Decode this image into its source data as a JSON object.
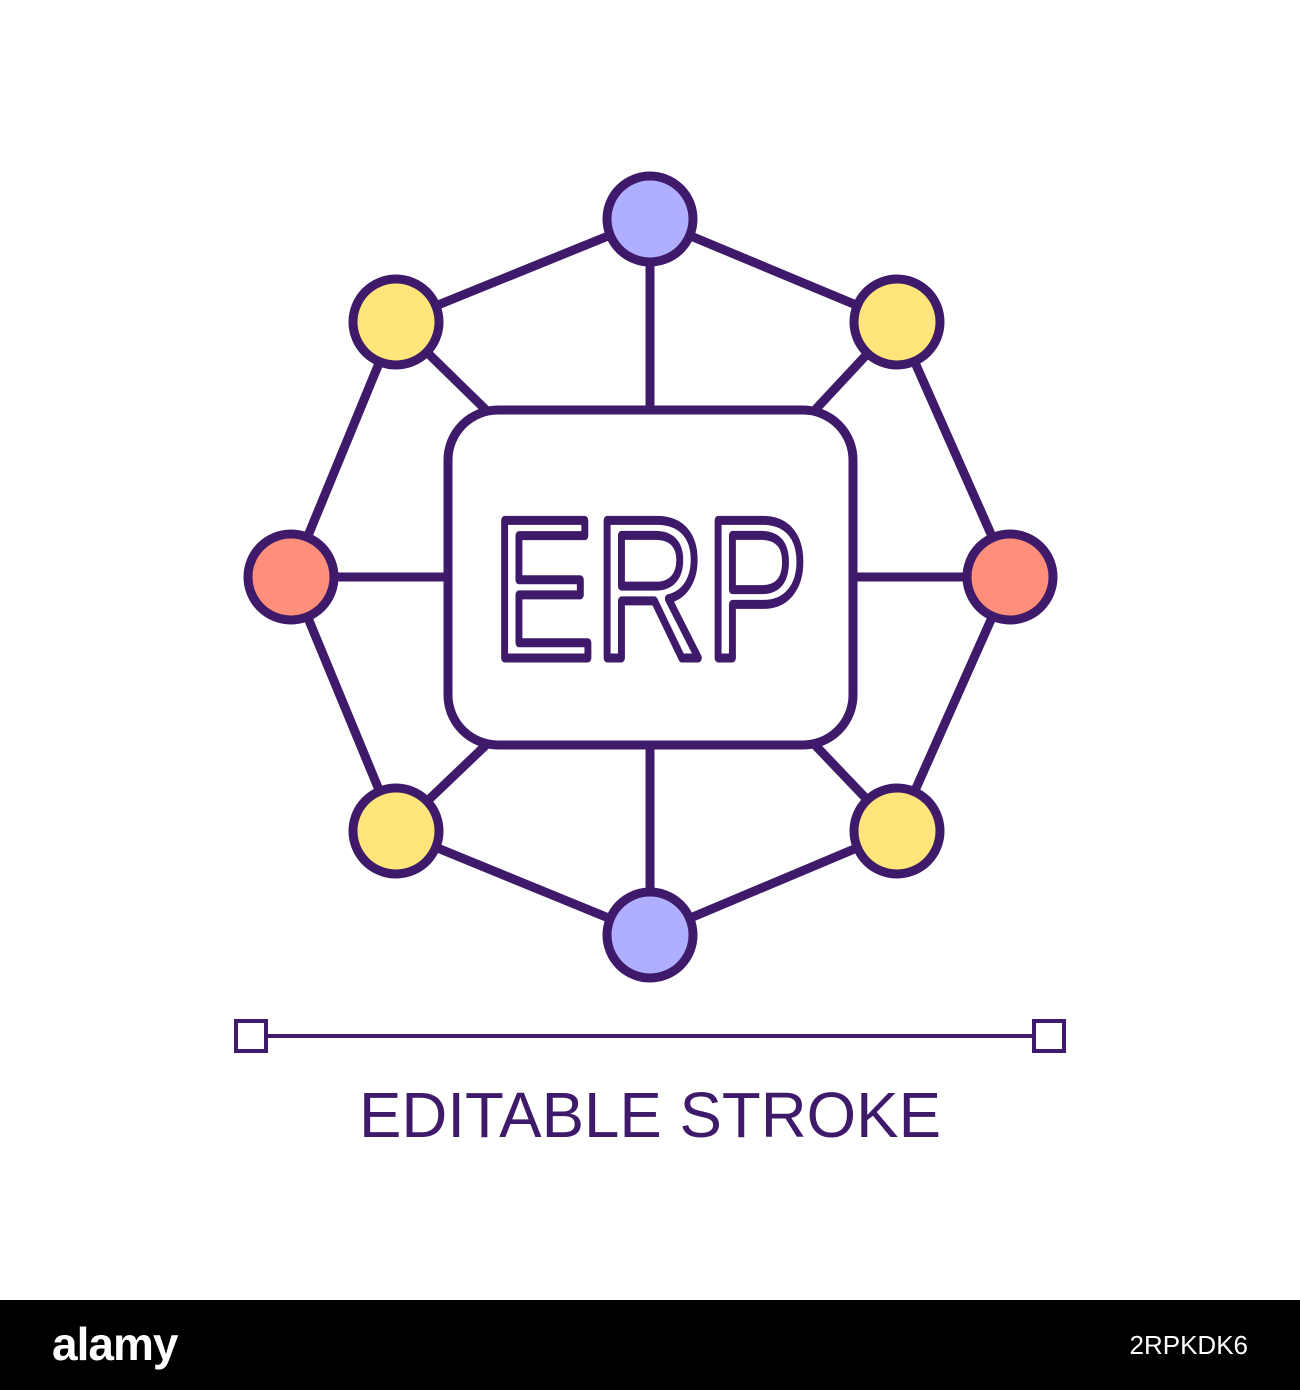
{
  "icon": {
    "label": "ERP",
    "caption": "EDITABLE STROKE",
    "colors": {
      "stroke": "#3f1a6b",
      "node_top_bottom": "#b0afff",
      "node_diagonal": "#ffe57a",
      "node_side": "#ff8f7a",
      "background": "#ffffff"
    }
  },
  "footer": {
    "brand": "alamy",
    "image_id": "2RPKDK6",
    "background": "#000000",
    "text_color": "#ffffff"
  }
}
